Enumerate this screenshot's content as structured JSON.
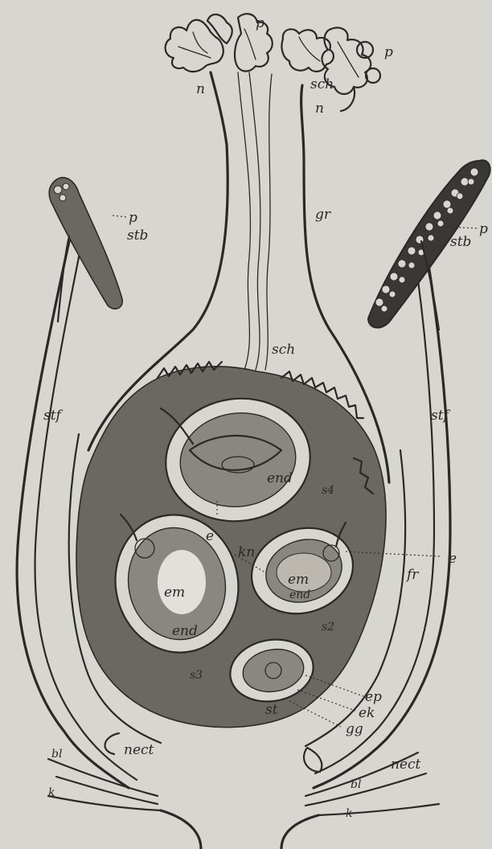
{
  "labels": {
    "p_top": "p",
    "p_top_right": "p",
    "sch_top": "sch",
    "n_top_left": "n",
    "n_top_right": "n",
    "gr": "gr",
    "p_left": "p",
    "stb_left": "stb",
    "p_right": "p",
    "stb_right": "stb",
    "sch_mid": "sch",
    "stf_left": "stf",
    "stf_right": "stf",
    "end_top": "end",
    "s4": "s4",
    "e_left": "e",
    "kn": "kn",
    "e_right": "e",
    "em_left": "em",
    "end_left": "end",
    "em_right": "em",
    "end_right": "end",
    "fr": "fr",
    "s2": "s2",
    "s3": "s3",
    "st": "st",
    "ep": "ep",
    "ek": "ek",
    "gg": "gg",
    "nect_left": "nect",
    "bl_left": "bl",
    "k_left": "k",
    "nect_right": "nect",
    "bl_right": "bl",
    "k_right": "k"
  },
  "icons": {
    "ovule": "ovule-icon",
    "stamen": "stamen-icon",
    "stigma": "stigma-icon"
  }
}
